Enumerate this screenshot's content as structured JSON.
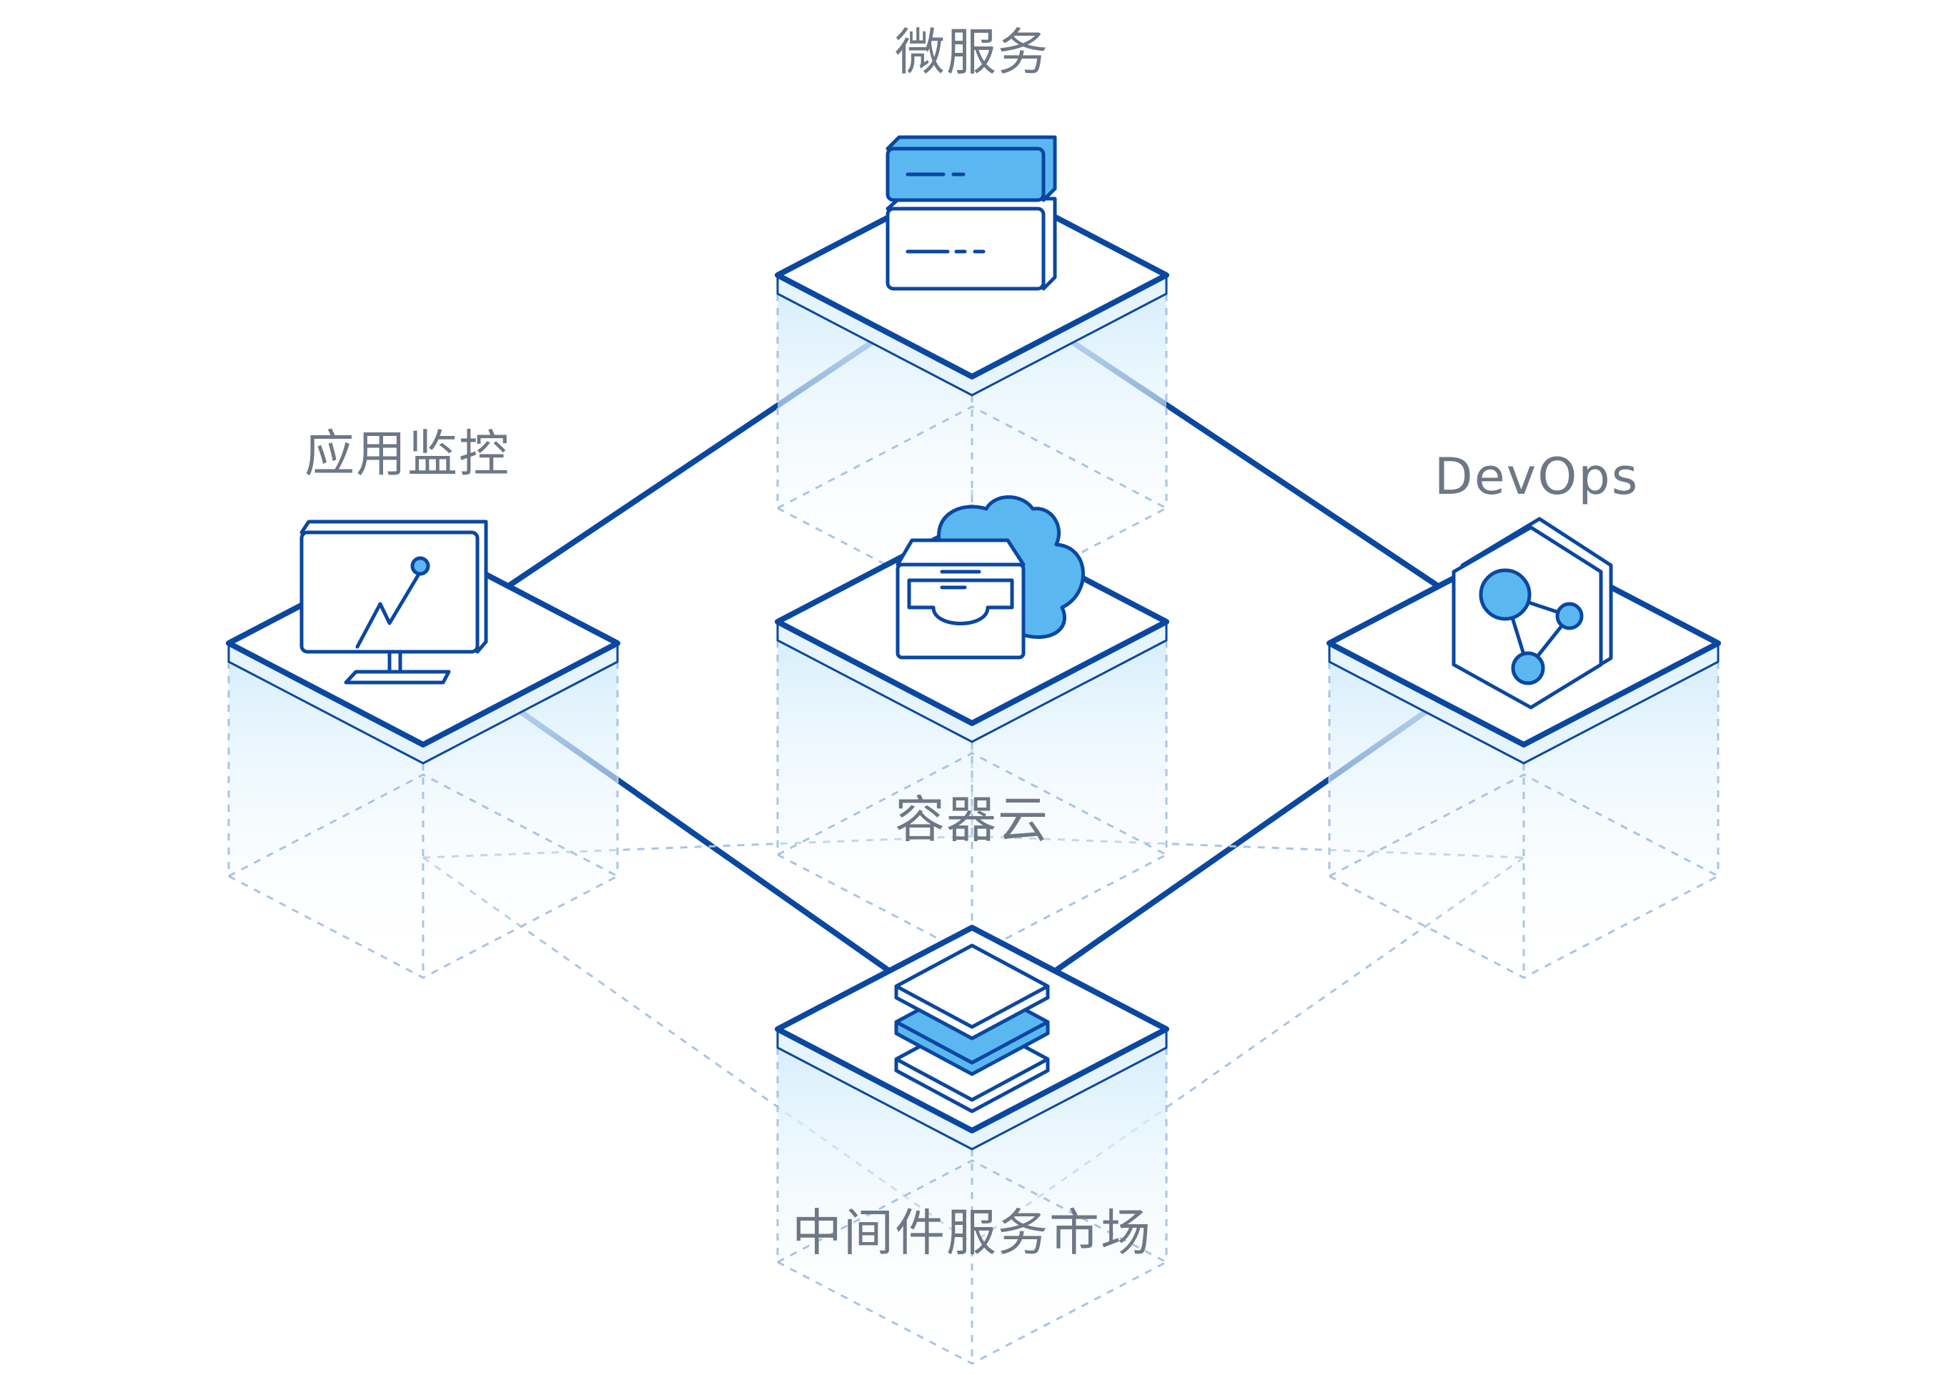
{
  "diagram": {
    "nodes": {
      "microservice": {
        "label": "微服务"
      },
      "monitoring": {
        "label": "应用监控"
      },
      "container": {
        "label": "容器云"
      },
      "devops": {
        "label": "DevOps"
      },
      "middleware": {
        "label": "中间件服务市场"
      }
    },
    "icons": {
      "microservice": "server-stack-icon",
      "monitoring": "monitor-chart-icon",
      "container": "cloud-box-icon",
      "devops": "network-hexagon-icon",
      "middleware": "layers-stack-icon"
    },
    "edges": [
      [
        "microservice",
        "monitoring"
      ],
      [
        "microservice",
        "devops"
      ],
      [
        "monitoring",
        "middleware"
      ],
      [
        "devops",
        "middleware"
      ]
    ],
    "colors": {
      "line": "#0a47a1",
      "fill_light": "#e6f4fd",
      "fill_accent": "#5bb7f0",
      "label": "#6e7785",
      "dashed": "#a9c4e6"
    }
  }
}
